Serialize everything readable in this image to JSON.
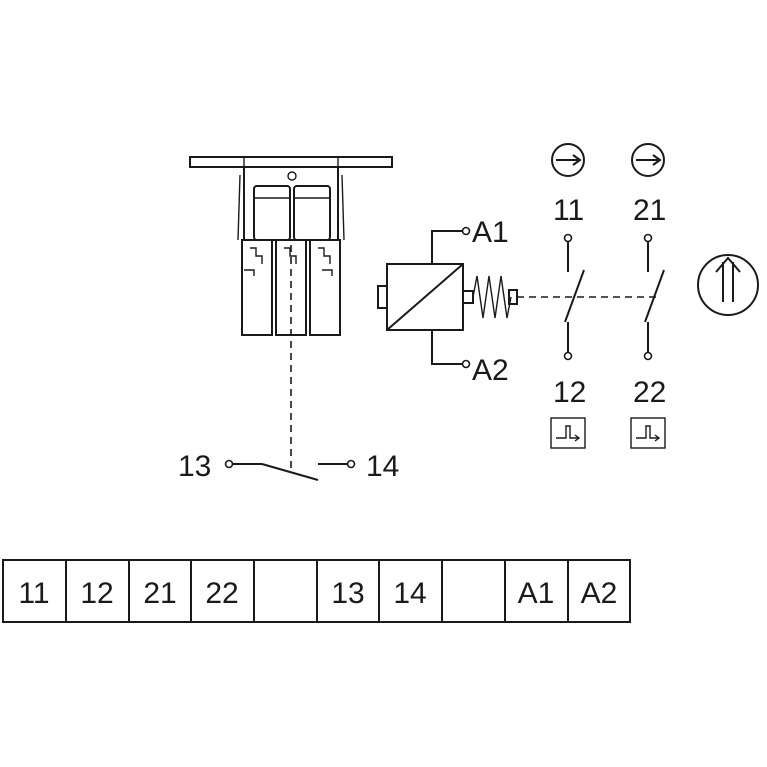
{
  "diagram": {
    "terminals": {
      "coil_top": "A1",
      "coil_bottom": "A2",
      "contact1_top": "11",
      "contact1_bottom": "12",
      "contact2_top": "21",
      "contact2_bottom": "22",
      "aux_left": "13",
      "aux_right": "14"
    },
    "icons": [
      "arrow-right-circle-icon",
      "arrow-right-circle-icon",
      "up-arrows-circle-icon",
      "push-actuator-icon",
      "push-actuator-icon"
    ]
  },
  "terminal_strip": {
    "cells": [
      "11",
      "12",
      "21",
      "22",
      "",
      "13",
      "14",
      "",
      "A1",
      "A2"
    ]
  }
}
